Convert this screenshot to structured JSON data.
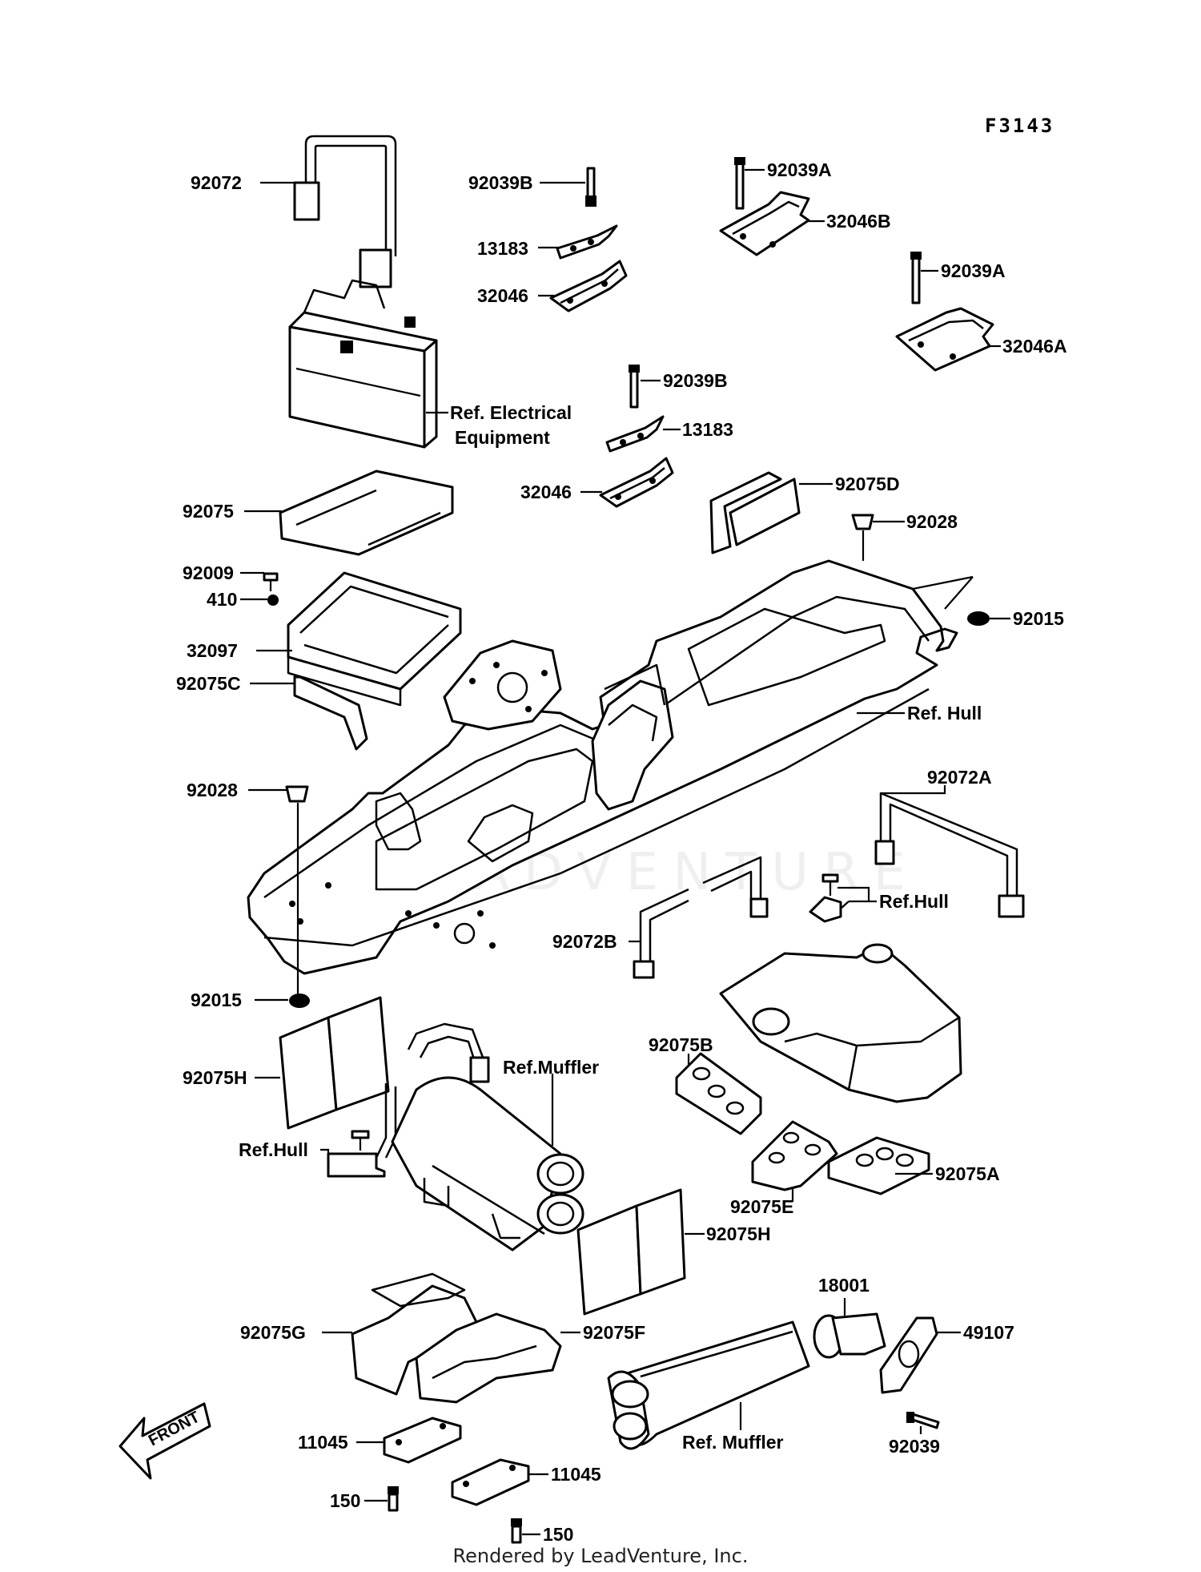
{
  "figure_code": "F3143",
  "footer": "Rendered by LeadVenture, Inc.",
  "watermark": "LEADVENTURE",
  "front_arrow_label": "FRONT",
  "callouts": {
    "p92072": "92072",
    "p92039B_a": "92039B",
    "p13183_a": "13183",
    "p32046_a": "32046",
    "p92039A_a": "92039A",
    "p32046B": "32046B",
    "p92039A_b": "92039A",
    "p32046A": "32046A",
    "ref_electrical_1": "Ref. Electrical",
    "ref_electrical_2": "Equipment",
    "p92039B_b": "92039B",
    "p13183_b": "13183",
    "p32046_b": "32046",
    "p92075D": "92075D",
    "p92028_a": "92028",
    "p92075": "92075",
    "p92009": "92009",
    "p410": "410",
    "p92015_a": "92015",
    "p32097": "32097",
    "p92075C": "92075C",
    "ref_hull_a": "Ref. Hull",
    "p92028_b": "92028",
    "p92072A": "92072A",
    "ref_hull_b": "Ref.Hull",
    "p92072B": "92072B",
    "p92015_b": "92015",
    "p92075B": "92075B",
    "ref_muffler_a": "Ref.Muffler",
    "p92075H_a": "92075H",
    "ref_hull_c": "Ref.Hull",
    "p92075E": "92075E",
    "p92075A": "92075A",
    "p92075H_b": "92075H",
    "p18001": "18001",
    "p92075G": "92075G",
    "p92075F": "92075F",
    "p49107": "49107",
    "p11045_a": "11045",
    "p11045_b": "11045",
    "p92039": "92039",
    "ref_muffler_b": "Ref. Muffler",
    "p150_a": "150",
    "p150_b": "150"
  }
}
